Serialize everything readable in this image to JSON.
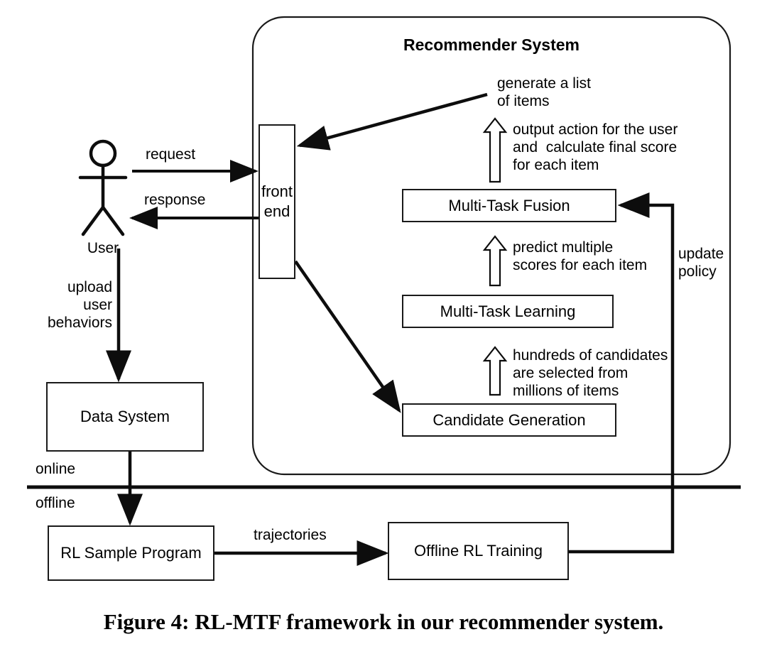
{
  "figure": {
    "caption": "Figure 4: RL-MTF framework in our recommender system.",
    "boundary_label": "Recommender System"
  },
  "actors": {
    "user_label": "User"
  },
  "nodes": {
    "front_end_line1": "front",
    "front_end_line2": "end",
    "multi_task_fusion": "Multi-Task Fusion",
    "multi_task_learning": "Multi-Task Learning",
    "candidate_generation": "Candidate Generation",
    "data_system": "Data System",
    "rl_sample_program": "RL Sample Program",
    "offline_rl_training": "Offline RL Training"
  },
  "edges": {
    "request": "request",
    "response": "response",
    "upload_user_behaviors": "upload\nuser\nbehaviors",
    "generate_list": "generate a list\nof items",
    "output_action": "output action for the user\nand  calculate final score\nfor each item",
    "predict_scores": "predict multiple\nscores for each item",
    "hundreds_candidates": "hundreds of candidates\nare selected from\nmillions of items",
    "update_policy": "update\npolicy",
    "trajectories": "trajectories"
  },
  "divider": {
    "online": "online",
    "offline": "offline"
  },
  "colors": {
    "stroke": "#1a1a1a",
    "background": "#ffffff",
    "text": "#000000"
  }
}
